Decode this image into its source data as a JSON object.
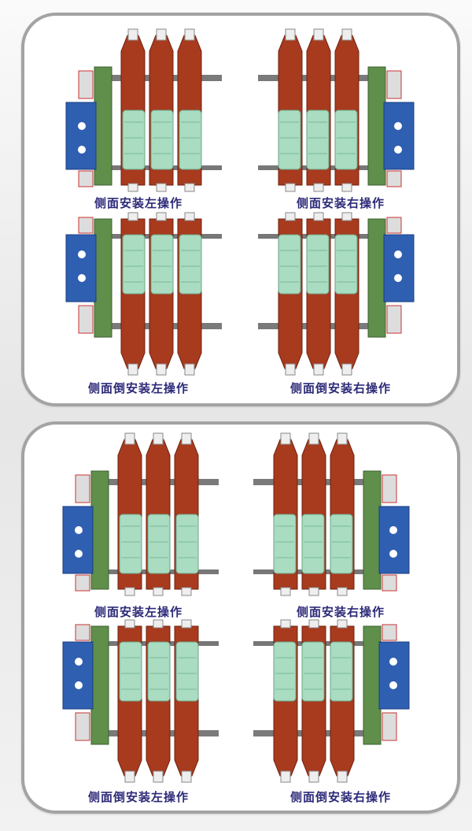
{
  "panels": [
    {
      "labels": [
        "侧面安装左操作",
        "侧面安装右操作",
        "侧面倒安装左操作",
        "侧面倒安装右操作"
      ]
    },
    {
      "labels": [
        "侧面安装左操作",
        "侧面安装右操作",
        "侧面倒安装左操作",
        "侧面倒安装右操作"
      ]
    }
  ],
  "colors": {
    "insulator": "#a83a1e",
    "frame": "#5f8f4a",
    "box": "#2f5fb0",
    "fuse": "#a9dcc0",
    "label": "#2d2a78",
    "border": "#a3a3a3"
  }
}
